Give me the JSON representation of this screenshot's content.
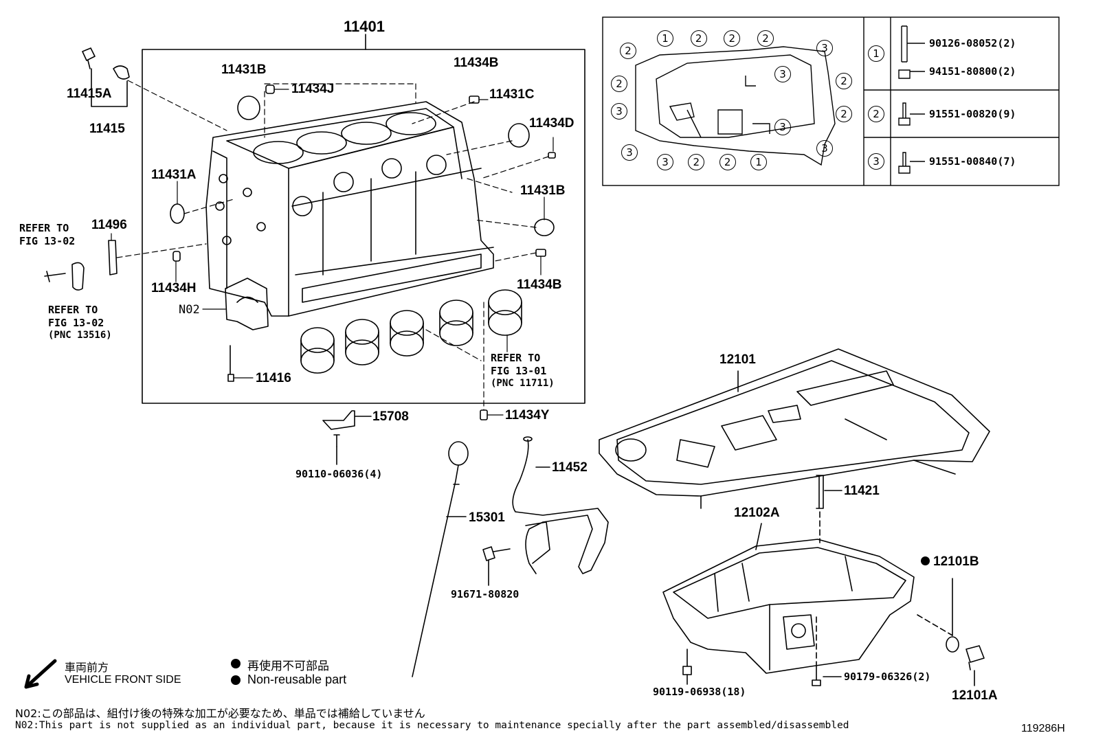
{
  "labels": {
    "block": "11401",
    "p11415A": "11415A",
    "p11415": "11415",
    "p11431B_top": "11431B",
    "p11434J": "11434J",
    "p11434B_top": "11434B",
    "p11431C": "11431C",
    "p11434D": "11434D",
    "p11431A": "11431A",
    "p11431B_right": "11431B",
    "p11496": "11496",
    "p11434H": "11434H",
    "p11434B_right": "11434B",
    "n02": "N02",
    "p11416": "11416",
    "p15708": "15708",
    "p11434Y": "11434Y",
    "p90110": "90110-06036(4)",
    "p11452": "11452",
    "p15301": "15301",
    "p91671": "91671-80820",
    "p12101": "12101",
    "p11421": "11421",
    "p12102A": "12102A",
    "p12101B": "12101B",
    "p12101A": "12101A",
    "p90119": "90119-06938(18)",
    "p90179": "90179-06326(2)"
  },
  "refs": {
    "refer1_line1": "REFER TO",
    "refer1_line2": "FIG 13-02",
    "refer2_line1": "REFER TO",
    "refer2_line2": "FIG 13-02",
    "refer2_line3": "(PNC 13516)",
    "refer3_line1": "REFER TO",
    "refer3_line2": "FIG 13-01",
    "refer3_line3": "(PNC 11711)"
  },
  "table": {
    "rows": [
      {
        "key": "1",
        "parts": [
          "90126-08052(2)",
          "94151-80800(2)"
        ]
      },
      {
        "key": "2",
        "parts": [
          "91551-00820(9)"
        ]
      },
      {
        "key": "3",
        "parts": [
          "91551-00840(7)"
        ]
      }
    ]
  },
  "bolt_map": {
    "top": [
      "1",
      "2",
      "2",
      "2"
    ],
    "left": [
      "2",
      "2",
      "3",
      "3"
    ],
    "bottom": [
      "3",
      "2",
      "2",
      "1"
    ],
    "right_outer": [
      "3",
      "2",
      "2"
    ],
    "right_inner": [
      "3",
      "3",
      "3"
    ]
  },
  "legend": {
    "front_jp": "車両前方",
    "front_en": "VEHICLE FRONT SIDE",
    "nonreuse_jp": "再使用不可部品",
    "nonreuse_en": "Non-reusable part"
  },
  "footnotes": {
    "jp": "N02:この部品は、組付け後の特殊な加工が必要なため、単品では補給していません",
    "en": "N02:This part is not supplied as an individual part, because it is necessary to maintenance specially after the part assembled/disassembled"
  },
  "figure_id": "119286H"
}
